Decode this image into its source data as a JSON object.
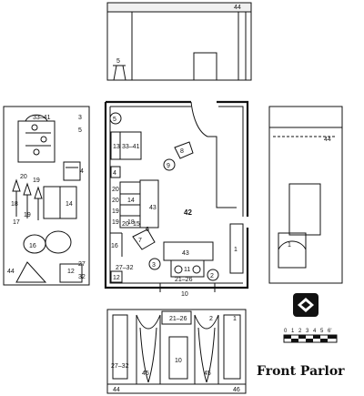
{
  "title": "Front Parlor",
  "scale": {
    "ticks": [
      "0",
      "1",
      "2",
      "3",
      "4",
      "5",
      "6'"
    ]
  },
  "north_wall": {
    "labels": {
      "wall_number": "44",
      "item": "5"
    }
  },
  "west_wall": {
    "labels": {
      "a": "33–41",
      "b": "3",
      "c": "5",
      "d": "4",
      "e": "19",
      "f": "20",
      "g": "14",
      "h": "17",
      "i": "19",
      "j": "18",
      "k": "16",
      "l": "44",
      "m": "12",
      "n": "27",
      "o": "32"
    }
  },
  "east_wall": {
    "labels": {
      "wall_number": "44",
      "item": "1"
    }
  },
  "south_wall": {
    "labels": {
      "a": "27–32",
      "b": "2",
      "c": "1",
      "d": "10",
      "e": "21–26",
      "f": "45",
      "g": "45",
      "h": "44",
      "i": "46"
    }
  },
  "plan": {
    "labels": {
      "n5": "5",
      "n13": "13",
      "n3341": "33–41",
      "n4": "4",
      "n8": "8",
      "n9": "9",
      "n20a": "20",
      "n20b": "20",
      "n19a": "19",
      "n19b": "19",
      "n20c": "20",
      "n14": "14",
      "n18": "18",
      "n15": "15",
      "n43a": "43",
      "n42": "42",
      "n7": "7",
      "n6": "6",
      "n16": "16",
      "n3": "3",
      "n1729": "27–32",
      "n12": "12",
      "n43b": "43",
      "n11": "11",
      "n2126": "21–26",
      "n10": "10",
      "n1": "1",
      "n2": "2"
    }
  }
}
